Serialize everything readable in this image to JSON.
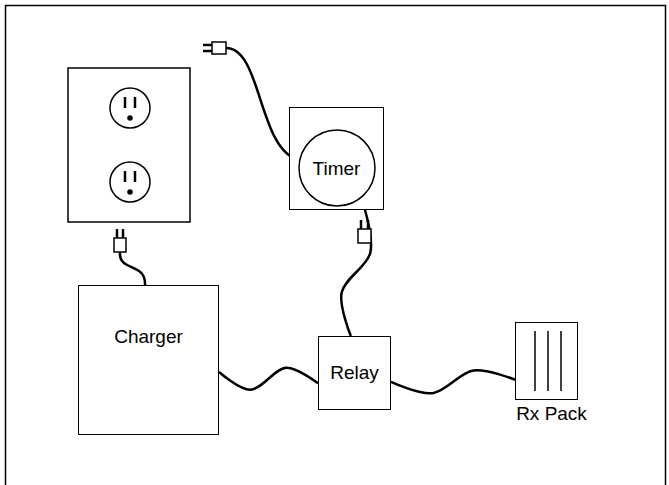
{
  "diagram": {
    "nodes": [
      {
        "text": [
          "Timer"
        ]
      },
      {
        "text": [
          "Charger"
        ]
      },
      {
        "text": [
          "Relay"
        ]
      },
      {
        "text": [
          "Rx Pack"
        ]
      }
    ],
    "edges": [
      {
        "from": 1,
        "to": 2,
        "arrow": "none"
      },
      {
        "from": 2,
        "to": 3,
        "arrow": "none"
      },
      {
        "from": 2,
        "to": 0,
        "arrow": "none"
      }
    ]
  }
}
